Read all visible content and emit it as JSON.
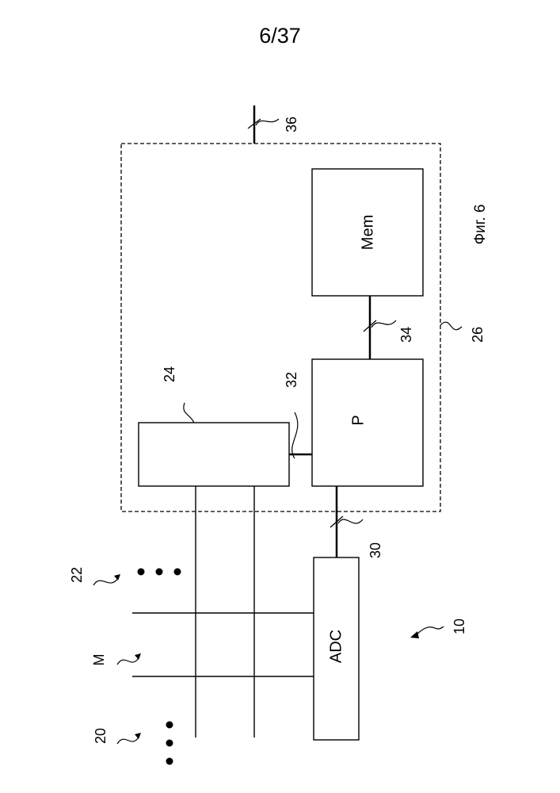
{
  "page_number": "6/37",
  "figure_caption": "Фиг. 6",
  "blocks": {
    "adc": "ADC",
    "processor": "P",
    "memory": "Mem",
    "interface": ""
  },
  "reference_numerals": {
    "system": "10",
    "lines_20": "20",
    "lines_m": "M",
    "lines_22": "22",
    "interface_24": "24",
    "unit_26": "26",
    "bus_30": "30",
    "link_32": "32",
    "bus_34": "34",
    "output_36": "36"
  }
}
